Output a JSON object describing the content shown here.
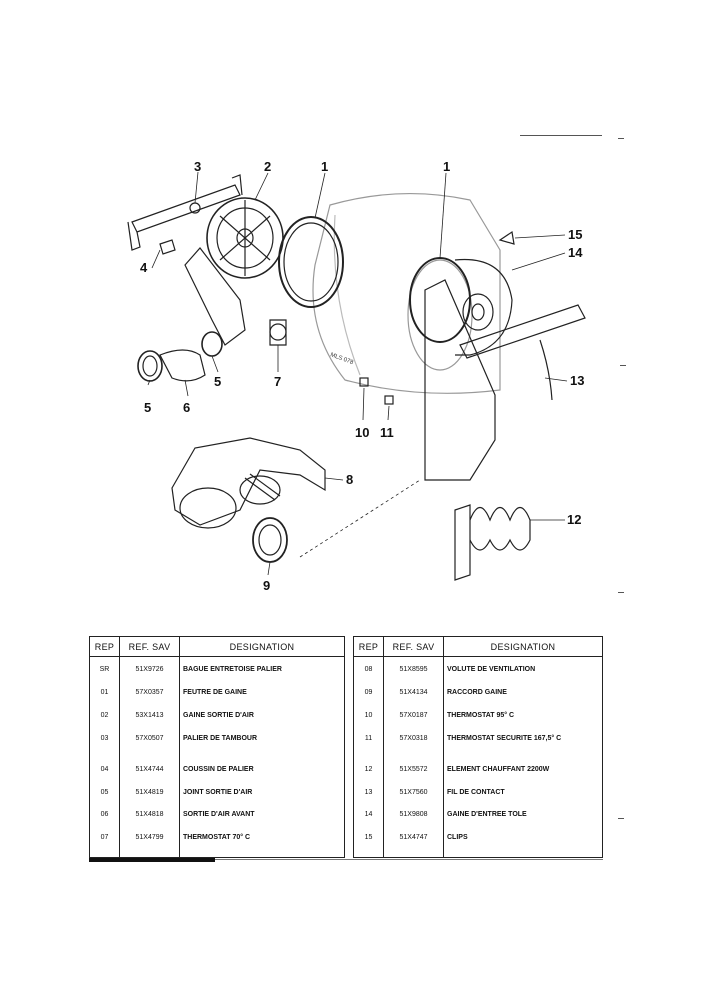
{
  "diagram": {
    "model_label": "MLS 078",
    "callouts": [
      "1",
      "1",
      "2",
      "3",
      "4",
      "5",
      "5",
      "6",
      "7",
      "8",
      "9",
      "10",
      "11",
      "12",
      "13",
      "14",
      "15"
    ]
  },
  "tables": {
    "left": {
      "headers": {
        "rep": "REP",
        "ref": "REF. SAV",
        "designation": "DESIGNATION"
      },
      "rows": [
        {
          "rep": "SR",
          "ref": "51X9726",
          "designation": "BAGUE ENTRETOISE PALIER"
        },
        {
          "rep": "01",
          "ref": "57X0357",
          "designation": "FEUTRE DE GAINE"
        },
        {
          "rep": "02",
          "ref": "53X1413",
          "designation": "GAINE  SORTIE D'AIR"
        },
        {
          "rep": "03",
          "ref": "57X0507",
          "designation": "PALIER DE TAMBOUR"
        },
        {
          "rep": "04",
          "ref": "51X4744",
          "designation": "COUSSIN DE PALIER"
        },
        {
          "rep": "05",
          "ref": "51X4819",
          "designation": "JOINT SORTIE D'AIR"
        },
        {
          "rep": "06",
          "ref": "51X4818",
          "designation": "SORTIE D'AIR AVANT"
        },
        {
          "rep": "07",
          "ref": "51X4799",
          "designation": "THERMOSTAT 70° C"
        }
      ]
    },
    "right": {
      "headers": {
        "rep": "REP",
        "ref": "REF. SAV",
        "designation": "DESIGNATION"
      },
      "rows": [
        {
          "rep": "08",
          "ref": "51X8595",
          "designation": "VOLUTE DE VENTILATION"
        },
        {
          "rep": "09",
          "ref": "51X4134",
          "designation": "RACCORD  GAINE"
        },
        {
          "rep": "10",
          "ref": "57X0187",
          "designation": "THERMOSTAT 95° C"
        },
        {
          "rep": "11",
          "ref": "57X0318",
          "designation": "THERMOSTAT SECURITE  167,5° C"
        },
        {
          "rep": "12",
          "ref": "51X5572",
          "designation": "ELEMENT CHAUFFANT 2200W"
        },
        {
          "rep": "13",
          "ref": "51X7560",
          "designation": "FIL DE CONTACT"
        },
        {
          "rep": "14",
          "ref": "51X9808",
          "designation": "GAINE D'ENTREE TOLE"
        },
        {
          "rep": "15",
          "ref": "51X4747",
          "designation": "CLIPS"
        }
      ]
    }
  }
}
